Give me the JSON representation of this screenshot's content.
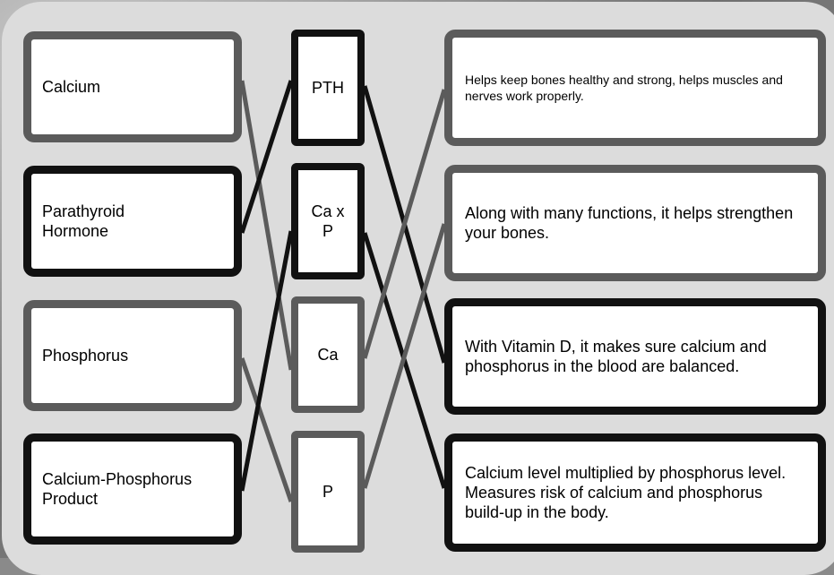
{
  "left_items": [
    {
      "label": "Calcium",
      "style": "gray"
    },
    {
      "label": "Parathyroid\nHormone",
      "style": "dark"
    },
    {
      "label": "Phosphorus",
      "style": "gray"
    },
    {
      "label": "Calcium-Phosphorus\nProduct",
      "style": "dark"
    }
  ],
  "middle_items": [
    {
      "label": "PTH",
      "style": "dark"
    },
    {
      "label": "Ca x\nP",
      "style": "dark"
    },
    {
      "label": "Ca",
      "style": "gray"
    },
    {
      "label": "P",
      "style": "gray"
    }
  ],
  "right_items": [
    {
      "label": "Helps keep bones healthy and strong, helps muscles and nerves work properly.",
      "style": "gray"
    },
    {
      "label": "Along with many functions, it helps strengthen your bones.",
      "style": "gray"
    },
    {
      "label": "With Vitamin D, it makes sure calcium and phosphorus in the blood are balanced.",
      "style": "dark"
    },
    {
      "label": "Calcium level multiplied by phosphorus level. Measures risk of calcium and phosphorus build-up in the body.",
      "style": "dark"
    }
  ],
  "colors": {
    "gray_border": "#5b5b5b",
    "dark_border": "#111111",
    "panel": "#dcdcdc"
  }
}
